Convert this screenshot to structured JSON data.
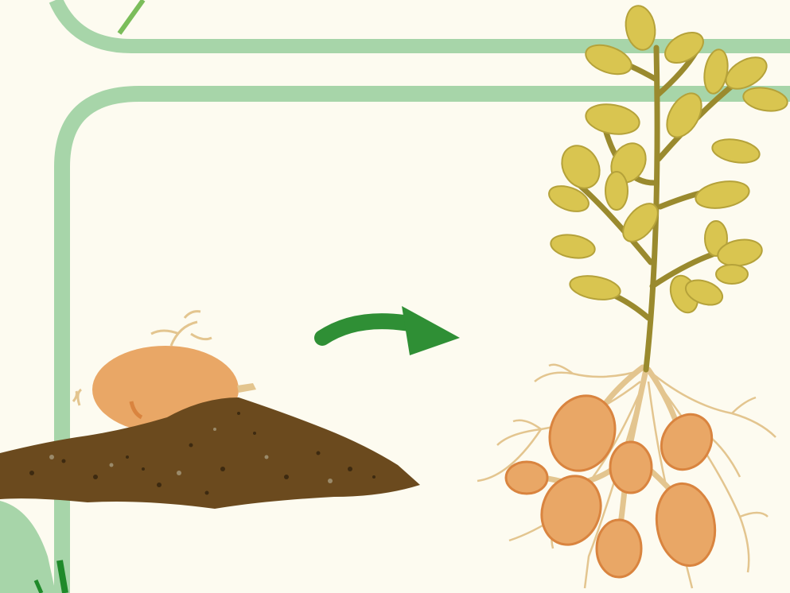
{
  "diagram": {
    "kind": "potato-propagation-illustration",
    "stages": [
      {
        "id": "seed-potato",
        "description_icon": "potato-in-soil-icon"
      },
      {
        "id": "grown-plant",
        "description_icon": "potato-plant-with-tubers-icon"
      }
    ],
    "connector": "green-arrow-right-icon",
    "colors": {
      "background": "#fdfbf0",
      "frame": "#a7d5a9",
      "arrow": "#2f8f35",
      "soil": "#6b4a1e",
      "potato": "#e9a766",
      "potato_shade": "#d9843f",
      "leaf": "#d9c550",
      "stem": "#9a8a2e",
      "root": "#e3c58f"
    },
    "tuber_count": 8
  }
}
